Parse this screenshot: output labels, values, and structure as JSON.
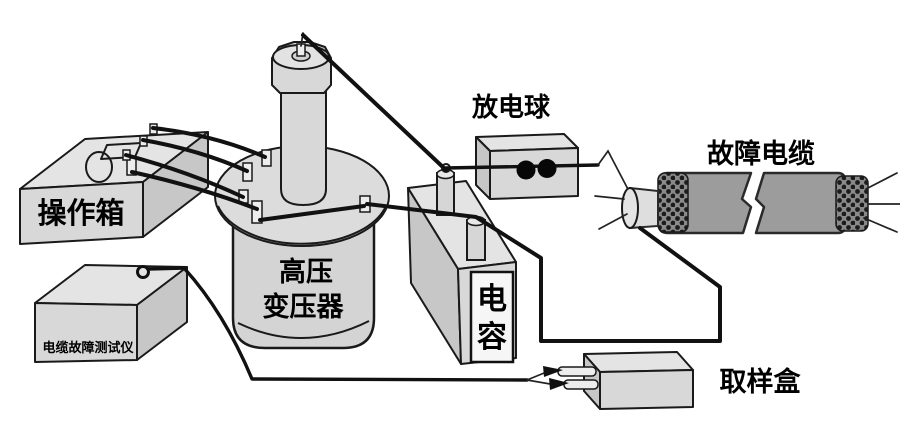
{
  "diagram_type": "cable-fault-testing-wiring-schematic",
  "components": [
    {
      "id": "control-box",
      "label": "操作箱"
    },
    {
      "id": "hv-transformer",
      "label": "高压变压器",
      "label_lines": [
        "高压",
        "变压器"
      ]
    },
    {
      "id": "discharge-ball",
      "label": "放电球"
    },
    {
      "id": "capacitor",
      "label": "电容",
      "label_chars": [
        "电",
        "容"
      ]
    },
    {
      "id": "faulty-cable",
      "label": "故障电缆"
    },
    {
      "id": "cable-fault-tester",
      "label": "电缆故障测试仪"
    },
    {
      "id": "sampling-box",
      "label": "取样盒"
    }
  ],
  "colors": {
    "background": "#ffffff",
    "outline": "#1a1a1a",
    "box_fill": "#d8d8d8",
    "box_top_fill": "#e4e4e4",
    "box_side_fill": "#c7c7c7",
    "cable_fill": "#9c9c9c",
    "wire": "#111111",
    "label_plate": "#f6f6f6",
    "ball": "#070707",
    "text": "#000000"
  }
}
